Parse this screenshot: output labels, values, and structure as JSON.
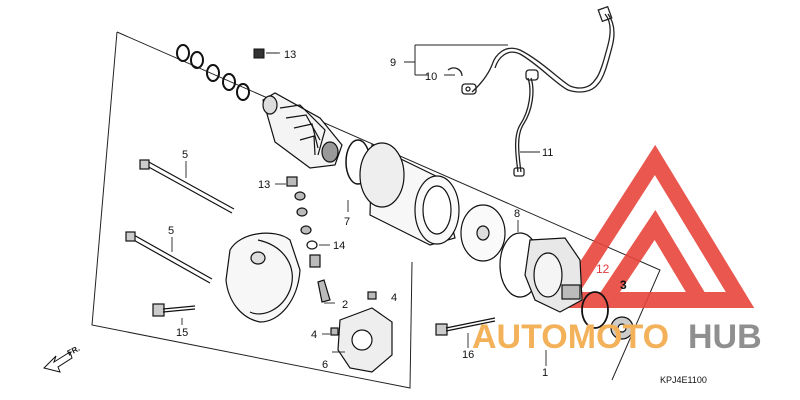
{
  "callouts": {
    "c1": "1",
    "c2": "2",
    "c3": "3",
    "c4a": "4",
    "c4b": "4",
    "c5a": "5",
    "c5b": "5",
    "c6": "6",
    "c7": "7",
    "c8": "8",
    "c9": "9",
    "c10": "10",
    "c11": "11",
    "c12": "12",
    "c13a": "13",
    "c13b": "13",
    "c14": "14",
    "c15": "15",
    "c16": "16"
  },
  "direction_label": "FR.",
  "diagram_code": "KPJ4E1100",
  "watermark": {
    "text_a": "AUTOMOTO",
    "text_b": "HUB",
    "color_a": "#f3b25a",
    "color_b": "#8f8f8f",
    "logo_color": "#e8453c"
  }
}
